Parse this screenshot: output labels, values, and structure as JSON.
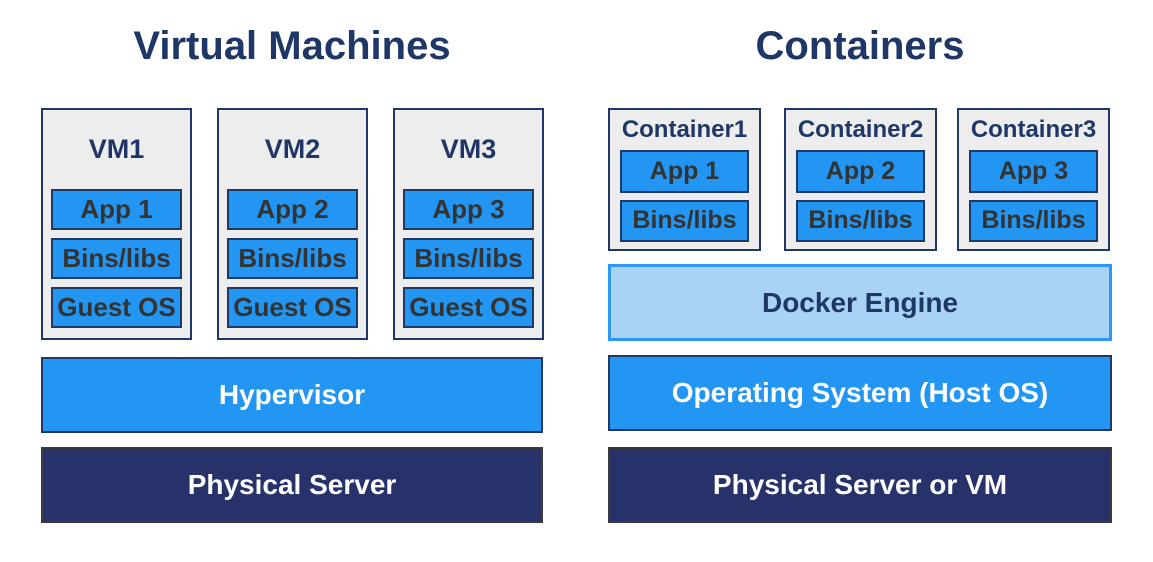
{
  "left": {
    "title": "Virtual Machines",
    "vms": [
      {
        "label": "VM1",
        "items": [
          "App 1",
          "Bins/libs",
          "Guest OS"
        ]
      },
      {
        "label": "VM2",
        "items": [
          "App 2",
          "Bins/libs",
          "Guest OS"
        ]
      },
      {
        "label": "VM3",
        "items": [
          "App 3",
          "Bins/libs",
          "Guest OS"
        ]
      }
    ],
    "hypervisor_label": "Hypervisor",
    "physical_label": "Physical Server"
  },
  "right": {
    "title": "Containers",
    "containers": [
      {
        "label": "Container1",
        "items": [
          "App 1",
          "Bins/libs"
        ]
      },
      {
        "label": "Container2",
        "items": [
          "App 2",
          "Bins/libs"
        ]
      },
      {
        "label": "Container3",
        "items": [
          "App 3",
          "Bins/libs"
        ]
      }
    ],
    "docker_label": "Docker Engine",
    "os_label": "Operating System (Host OS)",
    "physical_label": "Physical Server or VM"
  },
  "colors": {
    "accent_blue": "#2395f2",
    "light_blue_fill": "#a8d3f5",
    "light_blue_border": "#2e97f4",
    "navy_text_border": "#1f3864",
    "dark_navy_fill": "#263269",
    "box_gray_fill": "#ededee",
    "chip_text": "#333333",
    "bar_text": "#ffffff"
  }
}
